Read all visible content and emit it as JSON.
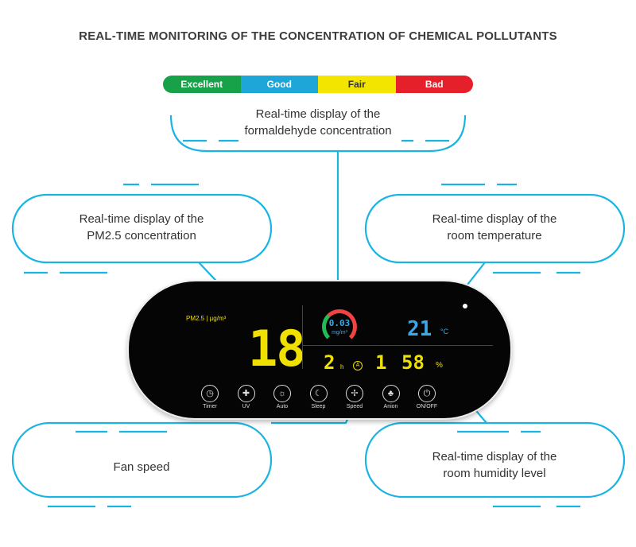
{
  "title": "REAL-TIME MONITORING OF THE CONCENTRATION OF CHEMICAL POLLUTANTS",
  "scale": [
    {
      "label": "Excellent",
      "color": "#17a24a"
    },
    {
      "label": "Good",
      "color": "#1ea6d8"
    },
    {
      "label": "Fair",
      "color": "#f4e500"
    },
    {
      "label": "Bad",
      "color": "#e5202b"
    }
  ],
  "callouts": {
    "formaldehyde": [
      "Real-time display of the",
      "formaldehyde concentration"
    ],
    "pm25": [
      "Real-time display of the",
      "PM2.5 concentration"
    ],
    "temperature": [
      "Real-time display of the",
      "room temperature"
    ],
    "fan": [
      "Fan speed"
    ],
    "humidity": [
      "Real-time display of the",
      "room humidity level"
    ]
  },
  "display": {
    "pm_label": "PM2.5 | µg/m³",
    "pm_value": "18",
    "hcho_value": "0.03",
    "hcho_unit": "mg/m³",
    "temp_value": "21",
    "temp_unit": "°C",
    "timer_value": "2",
    "timer_unit": "h",
    "mode": "A",
    "fan_value": "1",
    "humidity_value": "58",
    "humidity_unit": "%"
  },
  "buttons": [
    {
      "label": "Timer",
      "icon": "clock-icon",
      "glyph": "◷"
    },
    {
      "label": "UV",
      "icon": "shield-icon",
      "glyph": "✚"
    },
    {
      "label": "Auto",
      "icon": "bulb-icon",
      "glyph": "☼"
    },
    {
      "label": "Sleep",
      "icon": "moon-icon",
      "glyph": "☾"
    },
    {
      "label": "Speed",
      "icon": "fan-icon",
      "glyph": "✢"
    },
    {
      "label": "Anion",
      "icon": "tree-icon",
      "glyph": "♣"
    },
    {
      "label": "ON/OFF",
      "icon": "power-icon",
      "glyph": "⏻"
    }
  ],
  "accent": "#1ab4e3"
}
